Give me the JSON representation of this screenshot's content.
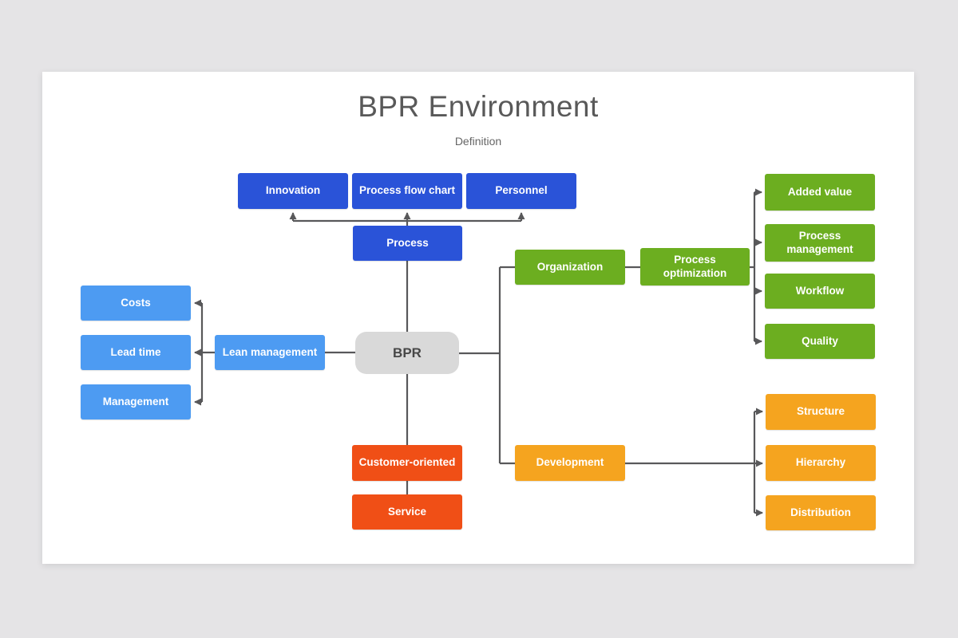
{
  "header": {
    "title": "BPR Environment",
    "subtitle": "Definition"
  },
  "nodes": {
    "bpr": {
      "label": "BPR"
    },
    "process": {
      "label": "Process"
    },
    "innovation": {
      "label": "Innovation"
    },
    "process_flow_chart": {
      "label": "Process flow chart"
    },
    "personnel": {
      "label": "Personnel"
    },
    "lean_management": {
      "label": "Lean management"
    },
    "costs": {
      "label": "Costs"
    },
    "lead_time": {
      "label": "Lead time"
    },
    "management": {
      "label": "Management"
    },
    "organization": {
      "label": "Organization"
    },
    "process_optimization": {
      "label": "Process optimization"
    },
    "added_value": {
      "label": "Added value"
    },
    "process_management": {
      "label": "Process management"
    },
    "workflow": {
      "label": "Workflow"
    },
    "quality": {
      "label": "Quality"
    },
    "development": {
      "label": "Development"
    },
    "structure": {
      "label": "Structure"
    },
    "hierarchy": {
      "label": "Hierarchy"
    },
    "distribution": {
      "label": "Distribution"
    },
    "customer_oriented": {
      "label": "Customer-oriented"
    },
    "service": {
      "label": "Service"
    }
  },
  "edges": [
    {
      "from": "Process",
      "to": "Innovation",
      "arrow": true
    },
    {
      "from": "Process",
      "to": "Process flow chart",
      "arrow": true
    },
    {
      "from": "Process",
      "to": "Personnel",
      "arrow": true
    },
    {
      "from": "BPR",
      "to": "Process",
      "arrow": false
    },
    {
      "from": "BPR",
      "to": "Lean management",
      "arrow": false
    },
    {
      "from": "Lean management",
      "to": "Costs",
      "arrow": true
    },
    {
      "from": "Lean management",
      "to": "Lead time",
      "arrow": true
    },
    {
      "from": "Lean management",
      "to": "Management",
      "arrow": true
    },
    {
      "from": "BPR",
      "to": "Organization",
      "arrow": false
    },
    {
      "from": "Organization",
      "to": "Process optimization",
      "arrow": false
    },
    {
      "from": "Process optimization",
      "to": "Added value",
      "arrow": true
    },
    {
      "from": "Process optimization",
      "to": "Process management",
      "arrow": true
    },
    {
      "from": "Process optimization",
      "to": "Workflow",
      "arrow": true
    },
    {
      "from": "Process optimization",
      "to": "Quality",
      "arrow": true
    },
    {
      "from": "BPR",
      "to": "Development",
      "arrow": false
    },
    {
      "from": "Development",
      "to": "Structure",
      "arrow": true
    },
    {
      "from": "Development",
      "to": "Hierarchy",
      "arrow": true
    },
    {
      "from": "Development",
      "to": "Distribution",
      "arrow": true
    },
    {
      "from": "BPR",
      "to": "Customer-oriented",
      "arrow": false
    },
    {
      "from": "Customer-oriented",
      "to": "Service",
      "arrow": false
    }
  ],
  "colors": {
    "dark_blue": "#2a53d8",
    "light_blue": "#4d9bf2",
    "green": "#6cae20",
    "orange": "#f5a41f",
    "red_orange": "#f04f16",
    "center_gray": "#d9d9d9",
    "connector": "#58585a",
    "title_text": "#595959",
    "page_background": "#e5e4e6",
    "slide_background": "#ffffff"
  }
}
